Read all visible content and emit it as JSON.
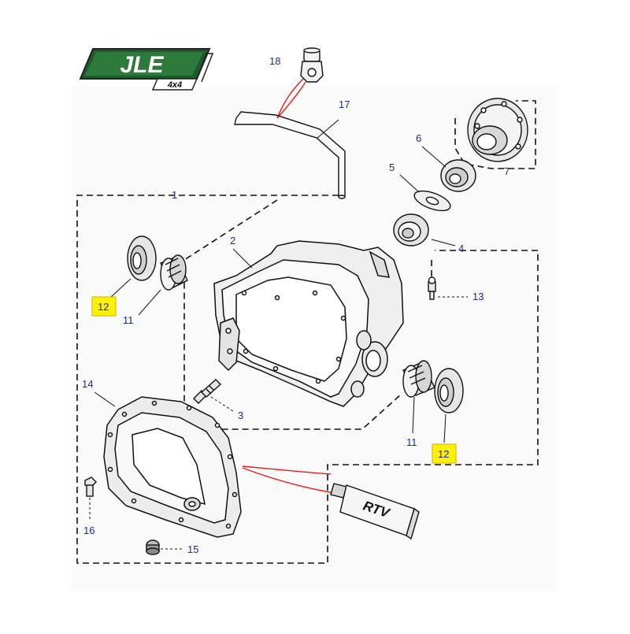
{
  "logo": {
    "brand_text": "JLE",
    "badge_text": "4x4",
    "brand_color": "#1f5a2c"
  },
  "rtv_label": "RTV",
  "callouts": {
    "c1": "1",
    "c2": "2",
    "c3": "3",
    "c4": "4",
    "c5": "5",
    "c6": "6",
    "c7": "7",
    "c11a": "11",
    "c11b": "11",
    "c12a": "12",
    "c12b": "12",
    "c13": "13",
    "c14": "14",
    "c15": "15",
    "c16": "16",
    "c17": "17",
    "c18": "18"
  },
  "colors": {
    "callout_text": "#1a2a8c",
    "highlight": "#fff200",
    "leader_red": "#e0201a",
    "line": "#111111"
  }
}
